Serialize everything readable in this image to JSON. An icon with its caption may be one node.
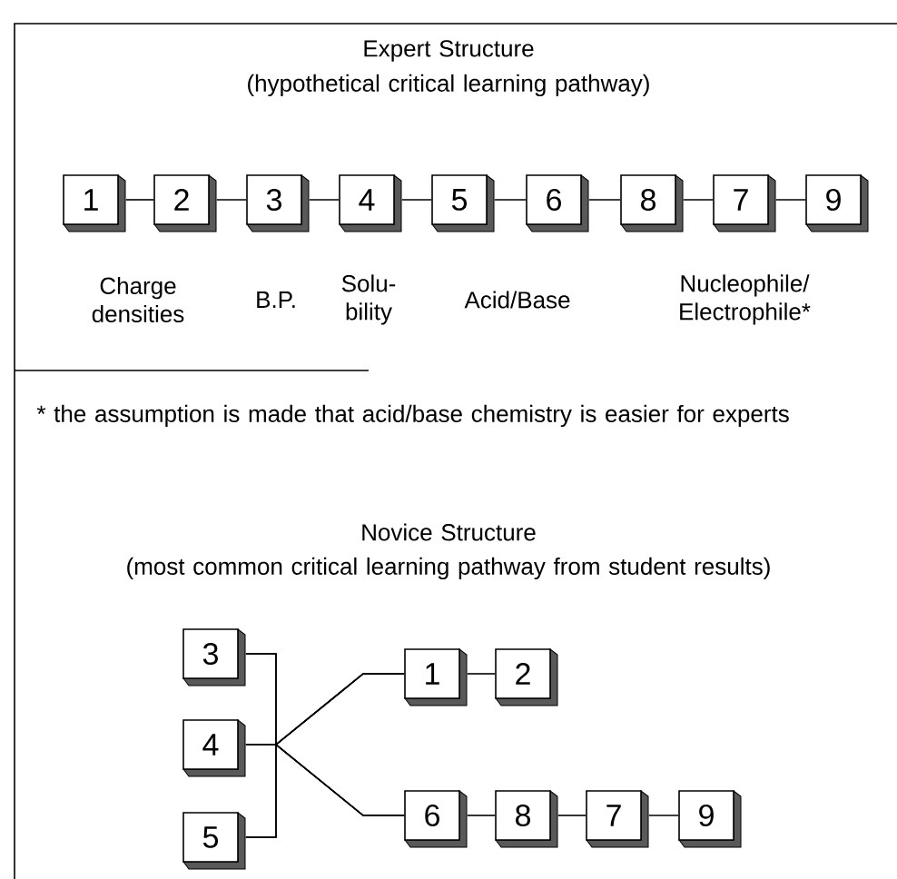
{
  "diagram": {
    "nodes": [
      {
        "text": [
          "1"
        ]
      },
      {
        "text": [
          "2"
        ]
      },
      {
        "text": [
          "3"
        ]
      },
      {
        "text": [
          "4"
        ]
      },
      {
        "text": [
          "5"
        ]
      },
      {
        "text": [
          "6"
        ]
      },
      {
        "text": [
          "8"
        ]
      },
      {
        "text": [
          "7"
        ]
      },
      {
        "text": [
          "9"
        ]
      },
      {
        "text": [
          "3"
        ]
      },
      {
        "text": [
          "4"
        ]
      },
      {
        "text": [
          "5"
        ]
      },
      {
        "text": [
          "1"
        ]
      },
      {
        "text": [
          "2"
        ]
      },
      {
        "text": [
          "6"
        ]
      },
      {
        "text": [
          "8"
        ]
      },
      {
        "text": [
          "7"
        ]
      },
      {
        "text": [
          "9"
        ]
      }
    ],
    "edges": [
      {
        "from": 0,
        "to": 1,
        "arrow": "none"
      },
      {
        "from": 1,
        "to": 2,
        "arrow": "none"
      },
      {
        "from": 2,
        "to": 3,
        "arrow": "none"
      },
      {
        "from": 3,
        "to": 4,
        "arrow": "none"
      },
      {
        "from": 4,
        "to": 5,
        "arrow": "none"
      },
      {
        "from": 5,
        "to": 6,
        "arrow": "none"
      },
      {
        "from": 6,
        "to": 7,
        "arrow": "none"
      },
      {
        "from": 7,
        "to": 8,
        "arrow": "none"
      },
      {
        "from": 9,
        "to": 12,
        "arrow": "none"
      },
      {
        "from": 9,
        "to": 14,
        "arrow": "none"
      },
      {
        "from": 10,
        "to": 12,
        "arrow": "none"
      },
      {
        "from": 10,
        "to": 14,
        "arrow": "none"
      },
      {
        "from": 11,
        "to": 12,
        "arrow": "none"
      },
      {
        "from": 11,
        "to": 14,
        "arrow": "none"
      },
      {
        "from": 12,
        "to": 13,
        "arrow": "none"
      },
      {
        "from": 14,
        "to": 15,
        "arrow": "none"
      },
      {
        "from": 15,
        "to": 16,
        "arrow": "none"
      },
      {
        "from": 16,
        "to": 17,
        "arrow": "none"
      }
    ],
    "labels": [
      "Expert Structure",
      "(hypothetical critical learning pathway)",
      "Charge densities",
      "B.P.",
      "Solu- bility",
      "Acid/Base",
      "Nucleophile/ Electrophile*",
      "* the assumption is made that acid/base chemistry is easier for experts",
      "Novice Structure",
      "(most common critical learning pathway from student results)"
    ]
  }
}
